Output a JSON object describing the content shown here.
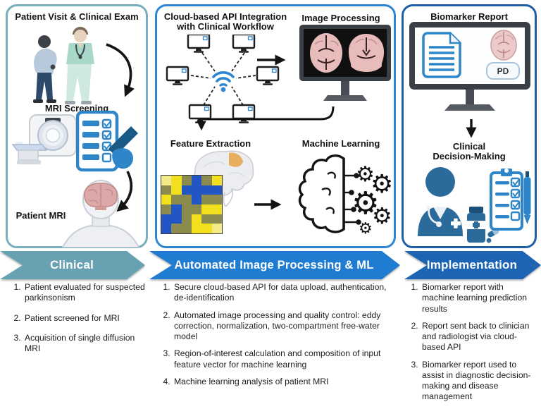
{
  "colors": {
    "teal_banner": "#68a1b1",
    "teal_border": "#79aebc",
    "blue_banner_mid": "#1f7cd1",
    "blue_border_mid": "#2e86d3",
    "blue_banner_right": "#1d65b4",
    "blue_border_right": "#1f5fa7",
    "icon_blue": "#2e86c8",
    "doctor_blue": "#2b6b9b",
    "brain_pink": "#e9bcbc",
    "heatmap_pale": "#f2ea86",
    "heatmap_yellow": "#f2df1d",
    "heatmap_olive": "#8b8b4d",
    "heatmap_blue": "#2356c5",
    "roi_orange": "#e8a64f"
  },
  "clinical_panel": {
    "title": "Patient Visit & Clinical Exam",
    "mri_screening_label": "MRI Screening",
    "patient_mri_label": "Patient MRI"
  },
  "processing_panel": {
    "cloud_title_line1": "Cloud-based API Integration",
    "cloud_title_line2": "with Clinical Workflow",
    "image_processing_label": "Image Processing",
    "feature_extraction_label": "Feature Extraction",
    "machine_learning_label": "Machine Learning"
  },
  "report_panel": {
    "biomarker_title": "Biomarker Report",
    "pd_badge": "PD",
    "decision_line1": "Clinical",
    "decision_line2": "Decision-Making"
  },
  "banners": {
    "clinical": "Clinical",
    "processing": "Automated Image Processing & ML",
    "implementation": "Implementation"
  },
  "steps": {
    "clinical": [
      "Patient evaluated for suspected parkinsonism",
      "Patient screened for MRI",
      "Acquisition of single diffusion MRI"
    ],
    "processing": [
      "Secure cloud-based API for data upload, authentication, de-identification",
      "Automated image processing and quality control: eddy correction, normalization, two-compartment free-water model",
      "Region-of-interest calculation and composition of input feature vector for machine learning",
      "Machine learning analysis of patient MRI"
    ],
    "implementation": [
      "Biomarker report with machine learning prediction results",
      "Report sent back to clinician and radiologist via cloud-based API",
      "Biomarker report used to assist in diagnostic decision-making and disease management"
    ]
  },
  "heatmap": {
    "grid": [
      "PYOBOY",
      "OYBBBB",
      "YOOBOO",
      "OBOOYY",
      "BBOYOO",
      "BOOYYP"
    ]
  }
}
